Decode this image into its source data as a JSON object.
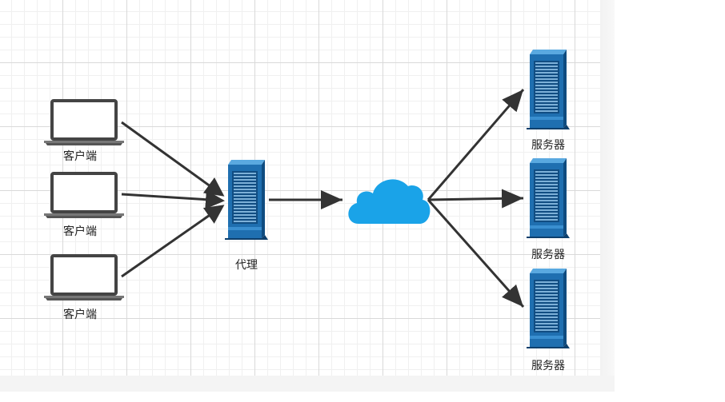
{
  "clients": [
    {
      "label": "客户端"
    },
    {
      "label": "客户端"
    },
    {
      "label": "客户端"
    }
  ],
  "proxy": {
    "label": "代理"
  },
  "cloud": {
    "icon": "cloud-icon",
    "color": "#1aa3e8"
  },
  "servers": [
    {
      "label": "服务器"
    },
    {
      "label": "服务器"
    },
    {
      "label": "服务器"
    }
  ],
  "colors": {
    "server_blue": "#1a5e9a",
    "server_light": "#2f86c8",
    "arrow": "#333333",
    "laptop_frame": "#4a4a4a"
  }
}
